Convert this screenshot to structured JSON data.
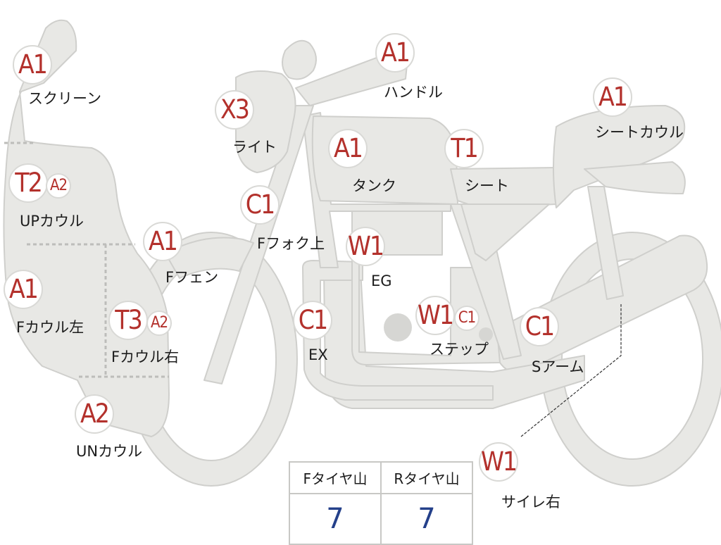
{
  "parts": [
    {
      "id": "screen",
      "grade": "A1",
      "label": "スクリーン"
    },
    {
      "id": "light",
      "grade": "X3",
      "label": "ライト"
    },
    {
      "id": "handle",
      "grade": "A1",
      "label": "ハンドル"
    },
    {
      "id": "seat-cowl",
      "grade": "A1",
      "label": "シートカウル"
    },
    {
      "id": "tank",
      "grade": "A1",
      "label": "タンク"
    },
    {
      "id": "seat",
      "grade": "T1",
      "label": "シート"
    },
    {
      "id": "up-cowl",
      "grade": "T2",
      "grade2": "A2",
      "label": "UPカウル"
    },
    {
      "id": "f-fork-upper",
      "grade": "C1",
      "label": "Fフォク上"
    },
    {
      "id": "f-fender",
      "grade": "A1",
      "label": "Fフェン"
    },
    {
      "id": "eg",
      "grade": "W1",
      "label": "EG"
    },
    {
      "id": "f-cowl-left",
      "grade": "A1",
      "label": "Fカウル左"
    },
    {
      "id": "f-cowl-right",
      "grade": "T3",
      "grade2": "A2",
      "label": "Fカウル右"
    },
    {
      "id": "ex",
      "grade": "C1",
      "label": "EX"
    },
    {
      "id": "step",
      "grade": "W1",
      "grade2": "C1",
      "label": "ステップ"
    },
    {
      "id": "s-arm",
      "grade": "C1",
      "label": "Sアーム"
    },
    {
      "id": "un-cowl",
      "grade": "A2",
      "label": "UNカウル"
    },
    {
      "id": "muffler-right",
      "grade": "W1",
      "label": "サイレ右"
    }
  ],
  "tire_table": {
    "headers": [
      "Fタイヤ山",
      "Rタイヤ山"
    ],
    "values": [
      "7",
      "7"
    ]
  },
  "colors": {
    "badge_text": "#b3312c",
    "tire_value": "#24408a",
    "silhouette_fill": "#e8e8e5",
    "silhouette_stroke": "#cfcfcc"
  }
}
